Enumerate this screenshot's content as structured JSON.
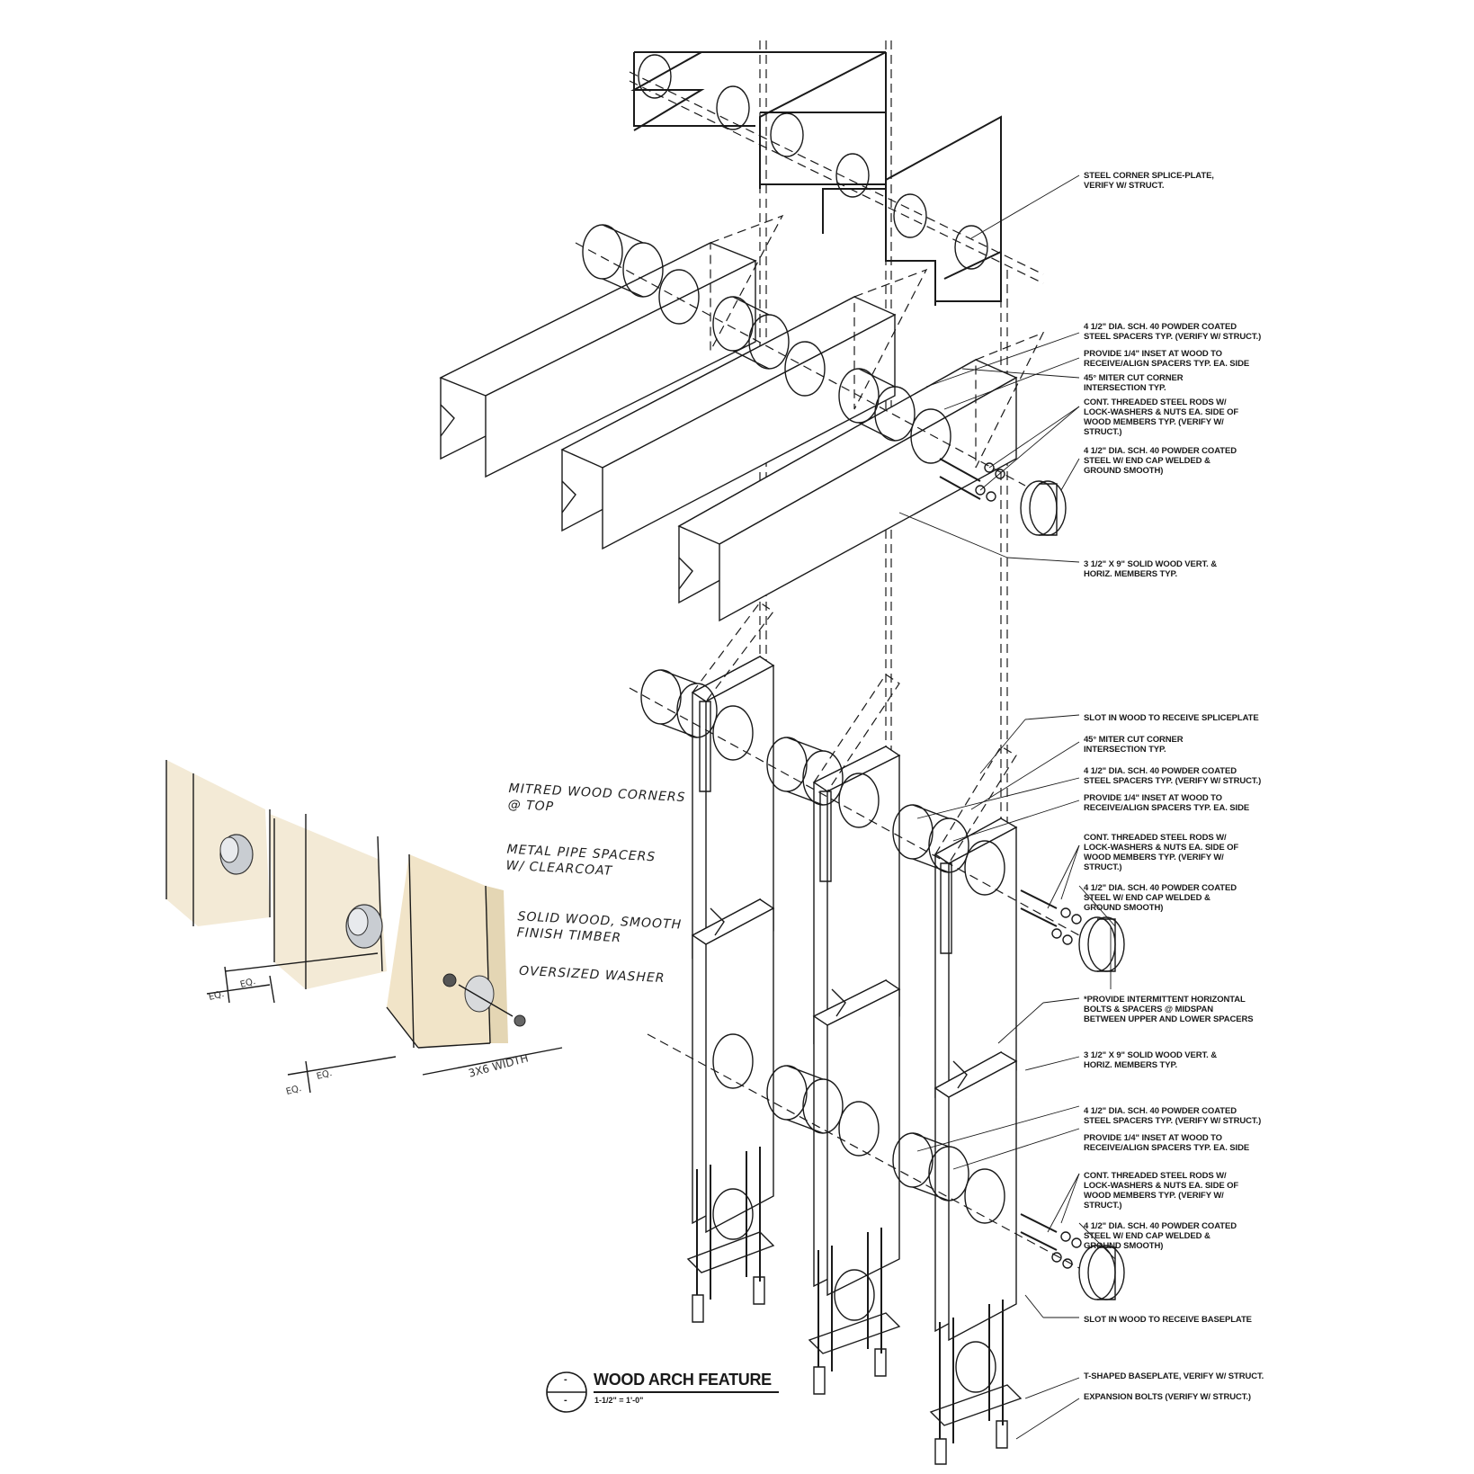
{
  "drawing_title": "WOOD ARCH FEATURE",
  "drawing_scale": "1-1/2\" = 1'-0\"",
  "drawing_number_top": "-",
  "drawing_number_bottom": "-",
  "notes": {
    "splice_plate": "STEEL CORNER SPLICE-PLATE, VERIFY W/ STRUCT.",
    "top_spacers": "4 1/2\" DIA. SCH. 40 POWDER COATED STEEL SPACERS TYP. (VERIFY W/ STRUCT.)",
    "top_inset": "PROVIDE 1/4\" INSET AT WOOD TO RECEIVE/ALIGN SPACERS TYP. EA. SIDE",
    "top_miter": "45° MITER CUT CORNER INTERSECTION TYP.",
    "top_rods": "CONT. THREADED STEEL RODS W/ LOCK-WASHERS & NUTS EA. SIDE OF WOOD MEMBERS TYP. (VERIFY W/ STRUCT.)",
    "top_endcap": "4 1/2\" DIA. SCH. 40 POWDER COATED STEEL W/ END CAP WELDED & GROUND SMOOTH)",
    "top_wood": "3 1/2\" x 9\" SOLID WOOD VERT. & HORIZ. MEMBERS TYP.",
    "mid_slot": "SLOT IN WOOD TO RECEIVE SPLICEPLATE",
    "mid_miter": "45° MITER CUT CORNER INTERSECTION TYP.",
    "mid_spacers": "4 1/2\" DIA. SCH. 40 POWDER COATED STEEL SPACERS TYP. (VERIFY W/ STRUCT.)",
    "mid_inset": "PROVIDE 1/4\" INSET AT WOOD TO RECEIVE/ALIGN SPACERS TYP. EA. SIDE",
    "mid_rods": "CONT. THREADED STEEL RODS W/ LOCK-WASHERS & NUTS EA. SIDE OF WOOD MEMBERS TYP. (VERIFY W/ STRUCT.)",
    "mid_endcap": "4 1/2\" DIA. SCH. 40 POWDER COATED STEEL W/ END CAP WELDED & GROUND SMOOTH)",
    "intermittent": "*PROVIDE INTERMITTENT HORIZONTAL BOLTS & SPACERS @ MIDSPAN BETWEEN UPPER AND LOWER SPACERS",
    "low_wood": "3 1/2\" x 9\" SOLID WOOD VERT. & HORIZ. MEMBERS TYP.",
    "low_spacers": "4 1/2\" DIA. SCH. 40 POWDER COATED STEEL SPACERS TYP. (VERIFY W/ STRUCT.)",
    "low_inset": "PROVIDE 1/4\" INSET AT WOOD TO RECEIVE/ALIGN SPACERS TYP. EA. SIDE",
    "low_rods": "CONT. THREADED STEEL RODS W/ LOCK-WASHERS & NUTS EA. SIDE OF WOOD MEMBERS TYP. (VERIFY W/ STRUCT.)",
    "low_endcap": "4 1/2\" DIA. SCH. 40 POWDER COATED STEEL W/ END CAP WELDED & GROUND SMOOTH)",
    "baseplate_slot": "SLOT IN WOOD TO RECEIVE BASEPLATE",
    "baseplate": "T-SHAPED BASEPLATE, VERIFY W/ STRUCT.",
    "expansion_bolts": "EXPANSION BOLTS (VERIFY W/ STRUCT.)"
  },
  "sketch": {
    "mitred": "MITRED WOOD CORNERS\n@ TOP",
    "pipe": "METAL PIPE SPACERS\nW/ CLEARCOAT",
    "solid": "SOLID WOOD, SMOOTH\nFINISH TIMBER",
    "washer": "OVERSIZED WASHER",
    "dim_eq_1": "EQ.",
    "dim_eq_2": "EQ.",
    "dim_eq_3": "EQ.",
    "dim_eq_4": "EQ.",
    "dim_width": "3X6 WIDTH"
  },
  "colors": {
    "ink": "#1a1a1a",
    "wood_tint": "#f3ead6",
    "wood_shade": "#e4d6b4",
    "steel": "#8a8f96"
  }
}
